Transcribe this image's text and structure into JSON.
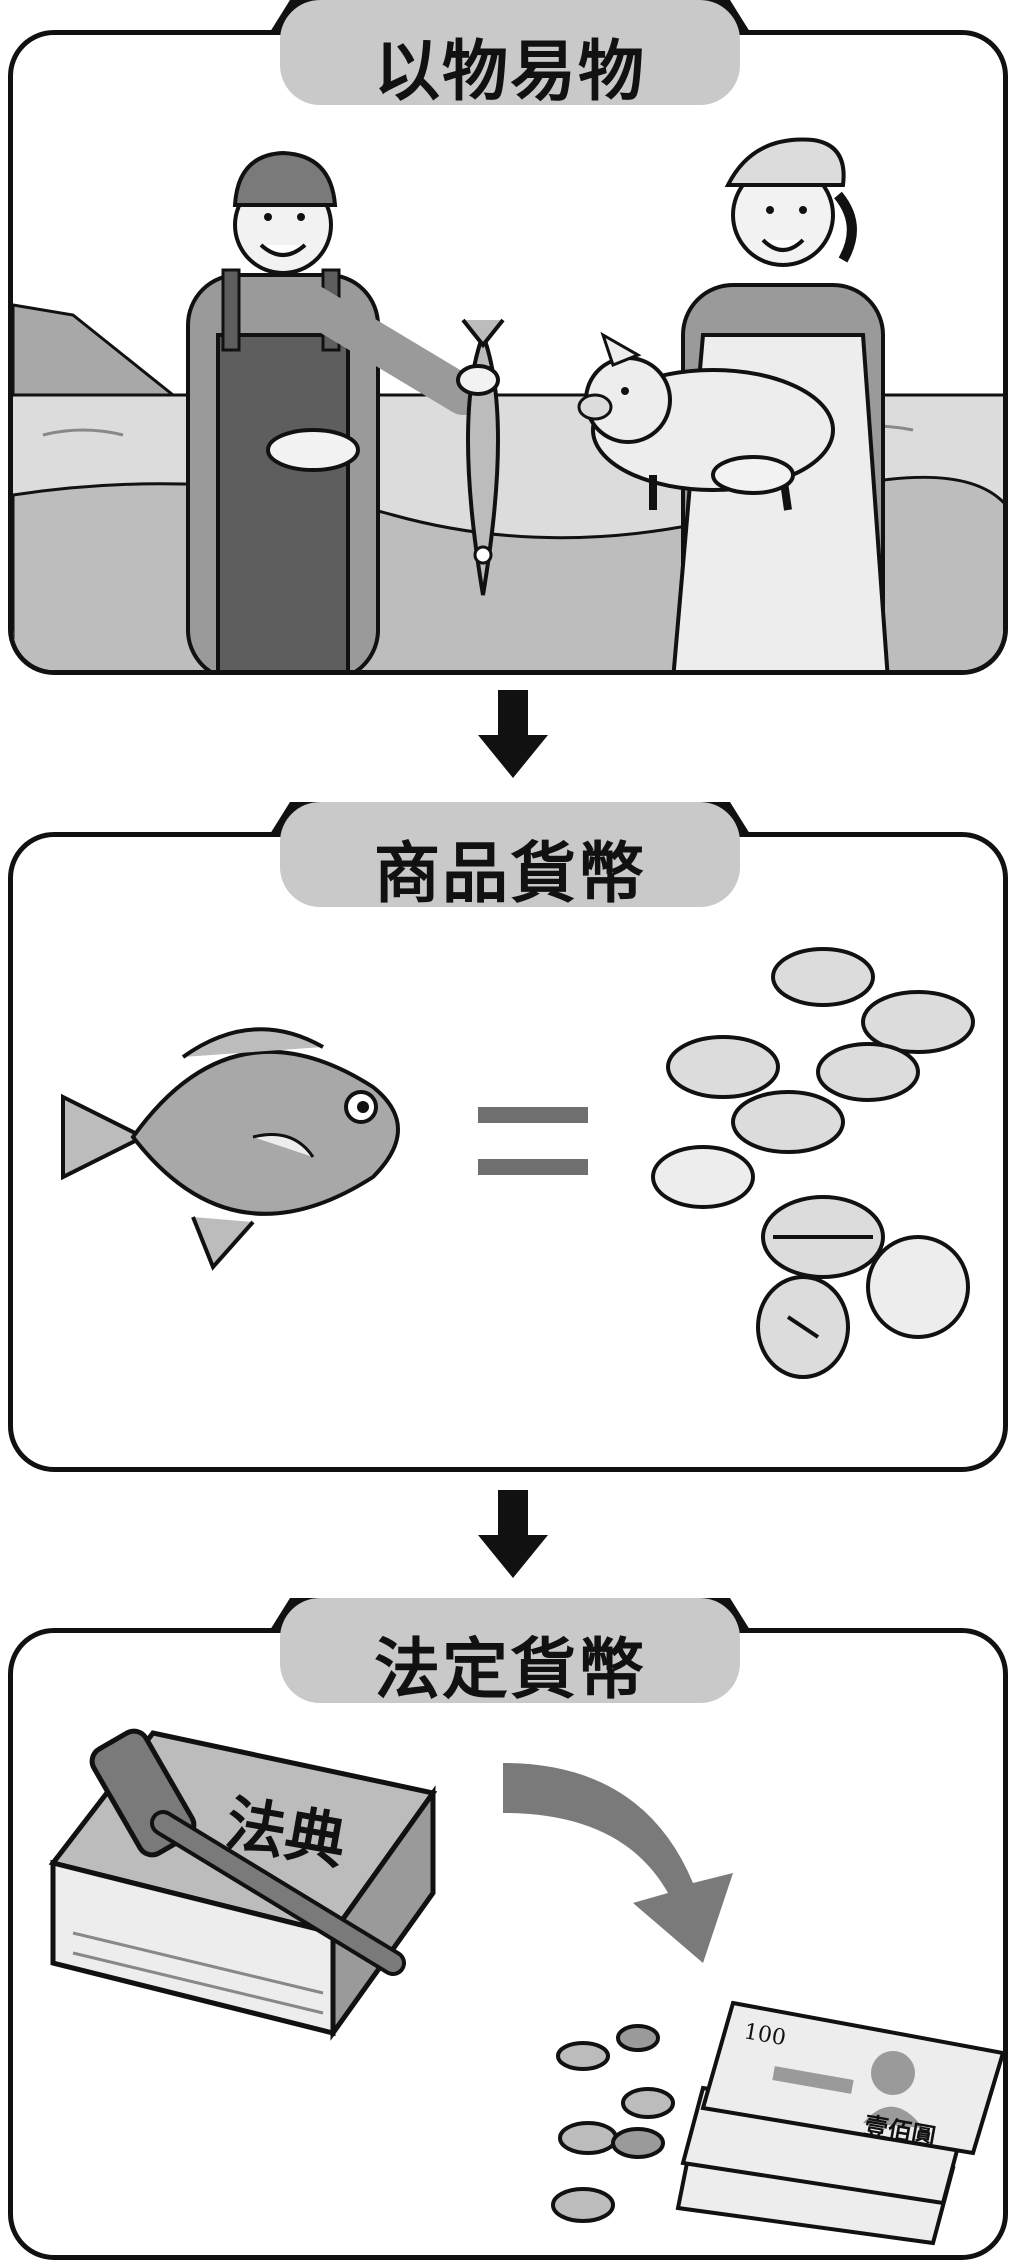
{
  "stages": [
    {
      "title": "以物易物"
    },
    {
      "title": "商品貨幣"
    },
    {
      "title": "法定貨幣"
    }
  ],
  "book_label": "法典",
  "banknote": {
    "value": "100",
    "text": "壹佰圓"
  },
  "colors": {
    "tab": "#c9c9c9",
    "outline": "#111111",
    "dark_gray": "#6f6f6f",
    "mid_gray": "#a8a8a8",
    "light_gray": "#dcdcdc"
  }
}
